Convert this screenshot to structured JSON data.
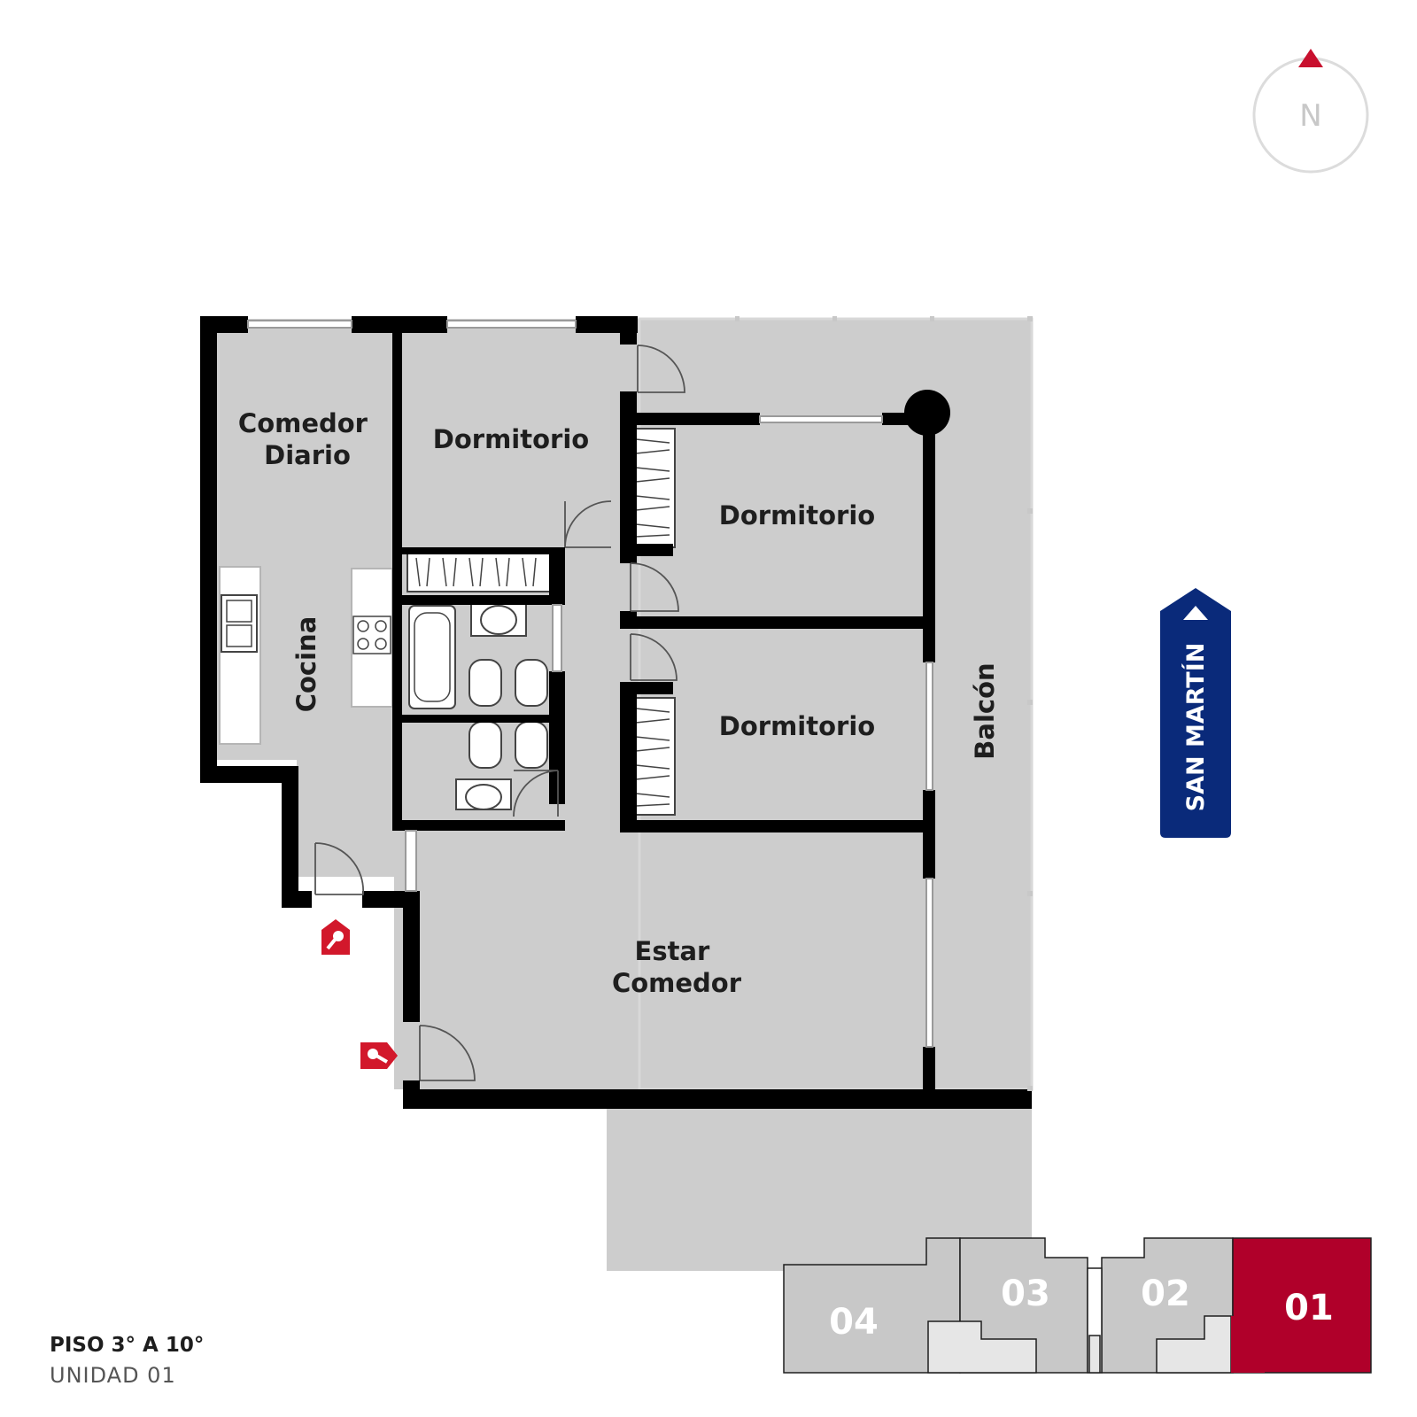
{
  "plan": {
    "rooms": [
      {
        "id": "comedor-diario",
        "lines": [
          "Comedor",
          "Diario"
        ]
      },
      {
        "id": "dormitorio-1",
        "lines": [
          "Dormitorio"
        ]
      },
      {
        "id": "dormitorio-2",
        "lines": [
          "Dormitorio"
        ]
      },
      {
        "id": "dormitorio-3",
        "lines": [
          "Dormitorio"
        ]
      },
      {
        "id": "cocina",
        "lines": [
          "Cocina"
        ]
      },
      {
        "id": "balcon",
        "lines": [
          "Balcón"
        ]
      },
      {
        "id": "estar-comedor",
        "lines": [
          "Estar",
          "Comedor"
        ]
      }
    ]
  },
  "compass": {
    "label": "N"
  },
  "street": {
    "name": "SAN MARTÍN"
  },
  "key_plan": {
    "units": [
      "04",
      "03",
      "02",
      "01"
    ],
    "selected": "01"
  },
  "caption": {
    "floor": "PISO 3° A 10°",
    "unit": "UNIDAD 01"
  },
  "colors": {
    "floor": "#cdcdcd",
    "wall": "#000000",
    "accent": "#b0002a",
    "street": "#0a2a7a",
    "key_light": "#e6e6e6"
  }
}
